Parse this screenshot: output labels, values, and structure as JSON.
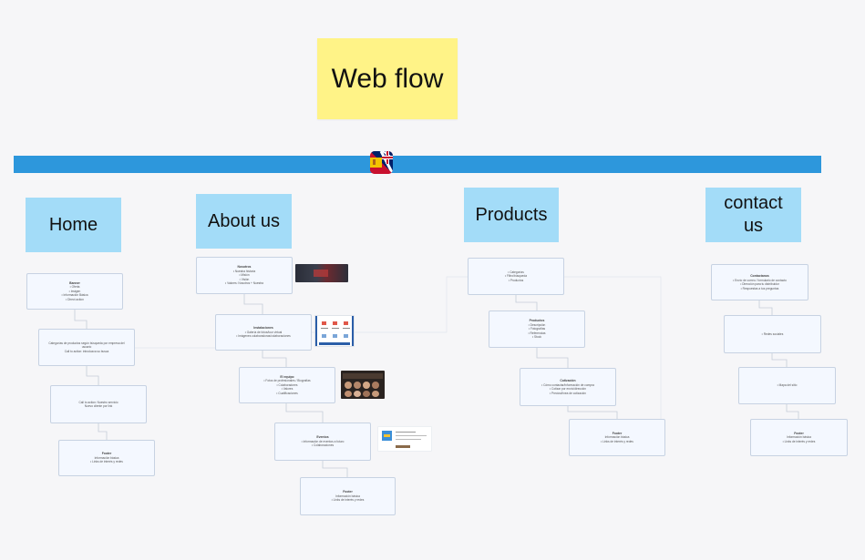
{
  "title": "Web flow",
  "sections": {
    "home": "Home",
    "about": "About us",
    "products": "Products",
    "contact": "contact us"
  },
  "icons": {
    "language_flag": "spain-uk-flag-icon"
  },
  "colors": {
    "sticky": "#fff387",
    "section": "#a3dcf8",
    "banner": "#2d97dc",
    "card": "#f4f8ff",
    "card_border": "#c7d2e2"
  },
  "home": {
    "c1": {
      "title": "Banner",
      "items": [
        "Oferta",
        "Imágen",
        "Información Básica",
        "Direct action"
      ]
    },
    "c2": {
      "lines": [
        "Categorías de productos según búsqueda por empresa del usuario",
        "Call to action: introduzca su busca"
      ]
    },
    "c3": {
      "lines": [
        "Call to action: Nuestro servicio",
        "Nuevo cliente por link"
      ]
    },
    "c4": {
      "title": "Footer",
      "lines": [
        "Información básica"
      ],
      "items": [
        "Links de interés y redes"
      ]
    }
  },
  "about": {
    "c1": {
      "title": "Nosotros",
      "items": [
        "Nuestra historia",
        "Misión",
        "Visión",
        "Valores: Nosotros + Nuestra"
      ]
    },
    "c2": {
      "title": "Instalaciones",
      "items": [
        "Galería de fotos/tour virtual",
        "Imágenes colaboradoras/colaboraciones"
      ]
    },
    "c3": {
      "title": "El equipo",
      "items": [
        "Fotos de profesionales / Biografías",
        "Colaboradores",
        "Valores",
        "Cualificaciones"
      ]
    },
    "c4": {
      "title": "Eventos",
      "items": [
        "Información de eventos a futuro",
        "Colaboraciones"
      ]
    },
    "c5": {
      "title": "Footer",
      "lines": [
        "Información básica"
      ],
      "items": [
        "Links de interés y redes"
      ]
    }
  },
  "products": {
    "c1": {
      "items": [
        "Categorías",
        "Filtro/búsqueda",
        "Productos"
      ]
    },
    "c2": {
      "title": "Productos",
      "items": [
        "Descripción",
        "Fotografías",
        "Referencias",
        "Stock"
      ]
    },
    "c3": {
      "title": "Cotización",
      "items": [
        "Cómo contactar/información de compra",
        "Cotizar por envío/dirección",
        "Precios/línea de cotización"
      ]
    },
    "c4": {
      "title": "Footer",
      "lines": [
        "Información básica"
      ],
      "items": [
        "Links de interés y redes"
      ]
    }
  },
  "contact": {
    "c1": {
      "title": "Contactanos",
      "items": [
        "Envío de correo / formulario de contacto",
        "Dirección para tu distribuidor",
        "Respuestas a tus preguntas"
      ]
    },
    "c2": {
      "lines": [
        "Redes sociales"
      ]
    },
    "c3": {
      "lines": [
        "Mapa del sitio"
      ]
    },
    "c4": {
      "title": "Footer",
      "lines": [
        "Información básica"
      ],
      "items": [
        "Links de interés y redes"
      ]
    }
  }
}
